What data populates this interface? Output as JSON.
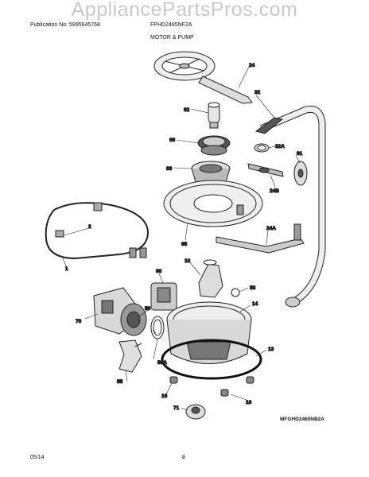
{
  "watermark": "AppliancePartsPros.com",
  "header": {
    "publication": "Publication No: 5995645768",
    "model": "FPHD2485NF2A",
    "section_title": "MOTOR & PUMP"
  },
  "callouts": {
    "c24": "24",
    "c32": "32",
    "c62": "62",
    "c66": "66",
    "c32A": "32A",
    "c61": "61",
    "c63": "63",
    "c24B": "24B",
    "c2": "2",
    "c65": "65",
    "c24A": "24A",
    "c1": "1",
    "c10": "10",
    "c60": "60",
    "c58": "58",
    "c14": "14",
    "c70": "70",
    "c59": "59",
    "c59A": "59A",
    "c13": "13",
    "c55": "55",
    "c16a": "16",
    "c16b": "16",
    "c71": "71"
  },
  "diagram_code": "MFGHD2465NB2A",
  "footer": {
    "date": "05/14",
    "page": "8"
  }
}
